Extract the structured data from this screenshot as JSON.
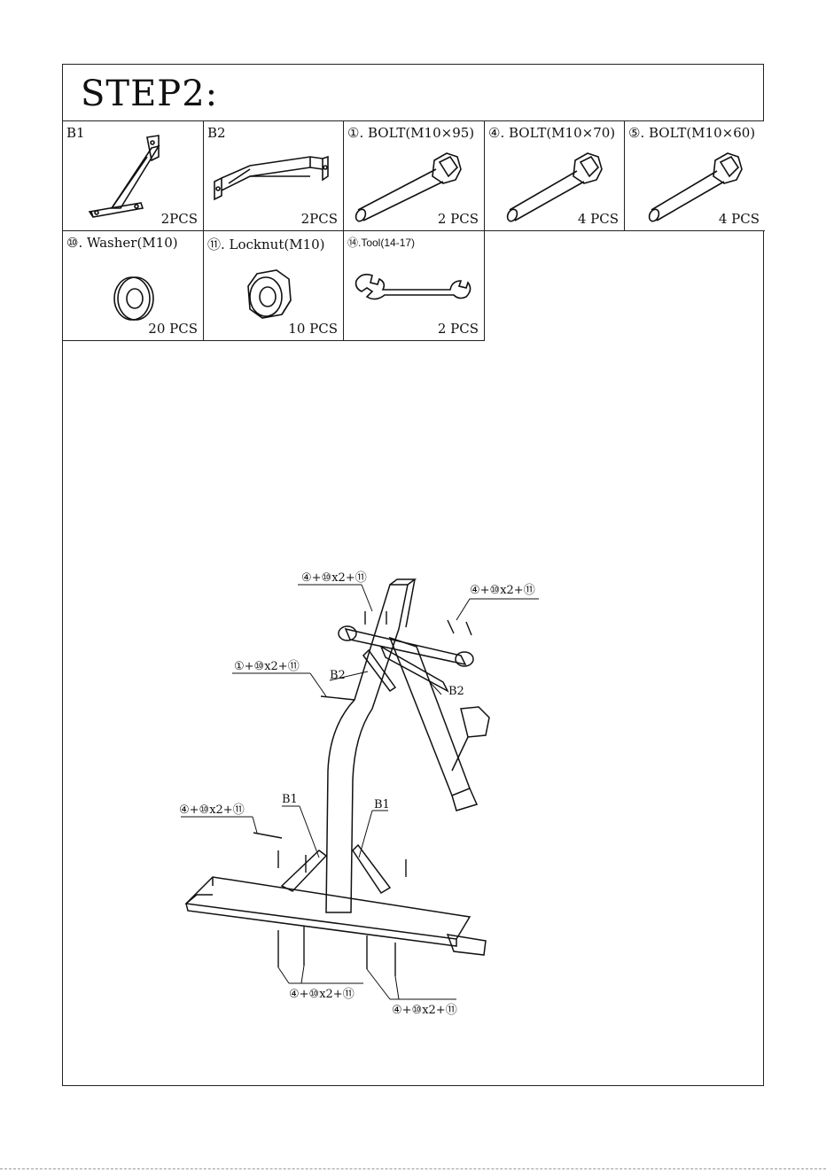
{
  "step_title": "STEP2:",
  "parts_row1": [
    {
      "code": "B1",
      "qty": "2PCS",
      "icon": "b1-bracket-icon"
    },
    {
      "code": "B2",
      "qty": "2PCS",
      "icon": "b2-bracket-icon"
    },
    {
      "code": "①. BOLT(M10×95)",
      "qty": "2 PCS",
      "icon": "bolt-icon"
    },
    {
      "code": "④. BOLT(M10×70)",
      "qty": "4 PCS",
      "icon": "bolt-icon"
    },
    {
      "code": "⑤. BOLT(M10×60)",
      "qty": "4 PCS",
      "icon": "bolt-icon"
    }
  ],
  "parts_row2": [
    {
      "code": "⑩. Washer(M10)",
      "qty": "20 PCS",
      "icon": "washer-icon"
    },
    {
      "code": "⑪. Locknut(M10)",
      "qty": "10 PCS",
      "icon": "locknut-icon"
    },
    {
      "code": "⑭.Tool(14-17)",
      "qty": "2 PCS",
      "icon": "wrench-icon"
    }
  ],
  "callouts": {
    "top_left": "④+⑩x2+⑪",
    "top_right": "④+⑩x2+⑪",
    "mid_left": "①+⑩x2+⑪",
    "lower_left": "④+⑩x2+⑪",
    "bottom_left": "④+⑩x2+⑪",
    "bottom_right": "④+⑩x2+⑪"
  },
  "part_labels": {
    "b2_left": "B2",
    "b2_right": "B2",
    "b1_left": "B1",
    "b1_right": "B1"
  }
}
